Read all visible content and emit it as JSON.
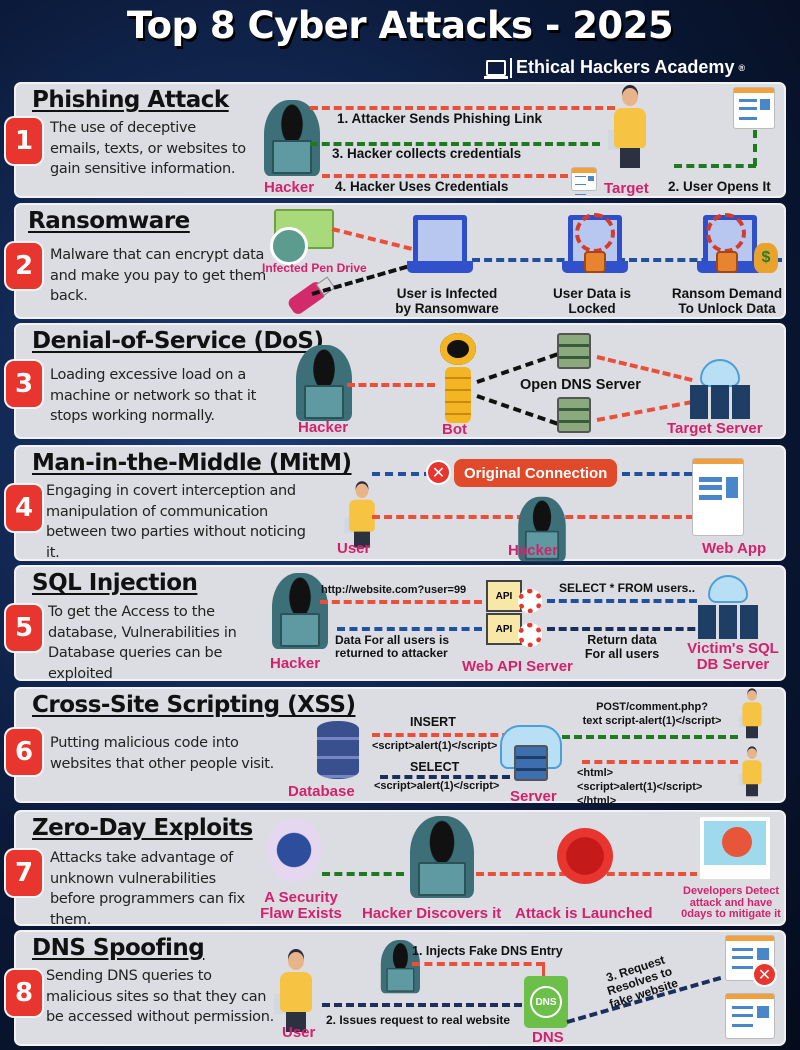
{
  "header": {
    "title": "Top 8 Cyber Attacks - 2025",
    "brand": "Ethical Hackers Academy",
    "brand_mark": "®"
  },
  "colors": {
    "badge": "#e8352e",
    "label_pink": "#d3226d",
    "panel": "#dcdde2",
    "background": "#0b1a3a"
  },
  "panels": [
    {
      "number": "1",
      "title": "Phishing Attack",
      "description": "The use of deceptive emails, texts, or websites to gain sensitive information.",
      "labels": {
        "step1": "1. Attacker Sends Phishing Link",
        "step2": "2. User Opens It",
        "step3": "3. Hacker collects credentials",
        "step4": "4. Hacker Uses Credentials",
        "hacker": "Hacker",
        "target": "Target"
      }
    },
    {
      "number": "2",
      "title": "Ransomware",
      "description": "Malware that can encrypt data and make you pay to get them back.",
      "labels": {
        "pen_drive": "Infected Pen Drive",
        "infected": "User is Infected\nby Ransomware",
        "locked": "User Data is\nLocked",
        "ransom": "Ransom Demand\nTo Unlock Data",
        "dollar": "$"
      }
    },
    {
      "number": "3",
      "title": "Denial-of-Service (DoS)",
      "description": "Loading excessive load on a machine or network so that it stops working normally.",
      "labels": {
        "hacker": "Hacker",
        "bot": "Bot",
        "dns": "Open DNS Server",
        "target": "Target Server"
      }
    },
    {
      "number": "4",
      "title": "Man-in-the-Middle (MitM)",
      "description": "Engaging in covert interception and manipulation of communication between two parties without noticing it.",
      "labels": {
        "original": "Original Connection",
        "x": "✕",
        "user": "User",
        "hacker": "Hacker",
        "webapp": "Web App"
      }
    },
    {
      "number": "5",
      "title": "SQL Injection",
      "description": "To get the Access to the database, Vulnerabilities in Database queries can be exploited",
      "labels": {
        "url": "http://website.com?user=99",
        "query": "SELECT * FROM users..",
        "returned": "Data For all users is\nreturned to attacker",
        "return_data": "Return data\nFor all users",
        "hacker": "Hacker",
        "api_server": "Web API Server",
        "api": "API",
        "db_server": "Victim's SQL\nDB Server"
      }
    },
    {
      "number": "6",
      "title": "Cross-Site Scripting (XSS)",
      "description": "Putting malicious code into websites that other people visit.",
      "labels": {
        "insert": "INSERT",
        "select": "SELECT",
        "script1": "<script>alert(1)</script>",
        "script2": "<script>alert(1)</script>",
        "post": "POST/comment.php?\ntext script-alert(1)</script>",
        "html": "<html>\n<script>alert(1)</script>\n</html>",
        "database": "Database",
        "server": "Server"
      }
    },
    {
      "number": "7",
      "title": "Zero-Day Exploits",
      "description": "Attacks take advantage of unknown vulnerabilities before programmers can fix them.",
      "labels": {
        "flaw": "A Security\nFlaw Exists",
        "discovers": "Hacker Discovers it",
        "launched": "Attack is Launched",
        "developers": "Developers Detect\nattack and have\n0days to mitigate it"
      }
    },
    {
      "number": "8",
      "title": "DNS Spoofing",
      "description": "Sending DNS queries to malicious sites so that they can be accessed without permission.",
      "labels": {
        "inject": "1. Injects Fake DNS Entry",
        "request": "2. Issues request to real website",
        "resolves": "3. Request\nResolves to\nfake website",
        "user": "User",
        "dns": "DNS",
        "dns_icon": "DNS",
        "x": "✕"
      }
    }
  ]
}
